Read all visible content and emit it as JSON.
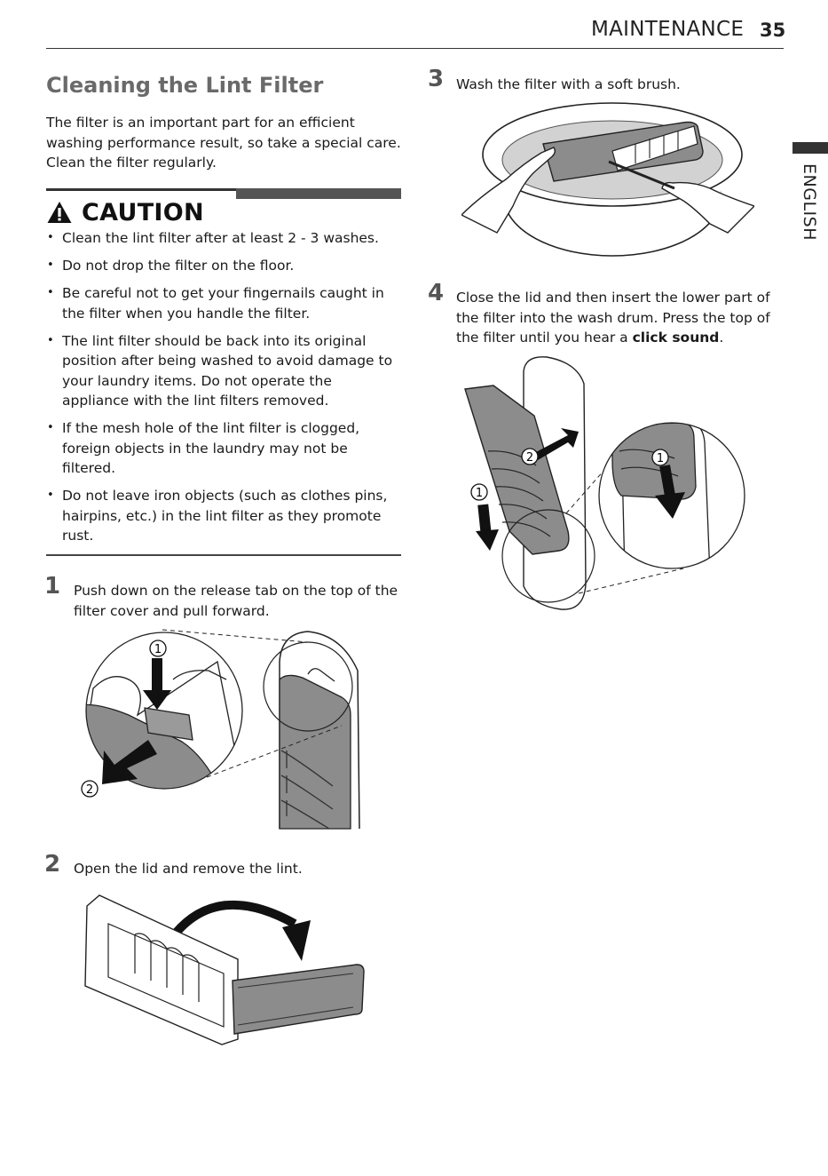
{
  "header": {
    "title": "MAINTENANCE",
    "page_number": "35"
  },
  "side_tab": {
    "label": "ENGLISH"
  },
  "section": {
    "title": "Cleaning the Lint Filter",
    "intro": "The filter is an important part for an efficient washing performance result, so take a special care. Clean the filter regularly."
  },
  "caution": {
    "title": "CAUTION",
    "items": [
      "Clean the lint filter after at least 2 - 3 washes.",
      "Do not drop the filter on the floor.",
      "Be careful not to get your fingernails caught in the filter when you handle the filter.",
      "The lint filter should be back into its original position after being washed to avoid damage to your laundry items. Do not operate the appliance with the lint filters removed.",
      "If the mesh hole of the lint filter is clogged, foreign objects in the laundry may not be filtered.",
      "Do not leave iron objects (such as clothes pins, hairpins, etc.) in the lint filter as they promote rust."
    ]
  },
  "steps": [
    {
      "number": "1",
      "text": "Push down on the release tab on the top of the filter cover and pull forward."
    },
    {
      "number": "2",
      "text": "Open the lid and remove the lint."
    },
    {
      "number": "3",
      "text": "Wash the filter with a soft brush."
    },
    {
      "number": "4",
      "text_before": "Close the lid and then insert the lower part of the filter into the wash drum. Press the top of the filter until you hear a ",
      "text_bold": "click sound",
      "text_after": "."
    }
  ],
  "callouts": {
    "one": "1",
    "two": "2"
  },
  "colors": {
    "filter_gray": "#8c8c8c",
    "tub_gray": "#d2d2d2",
    "ink": "#1a1a1a"
  }
}
